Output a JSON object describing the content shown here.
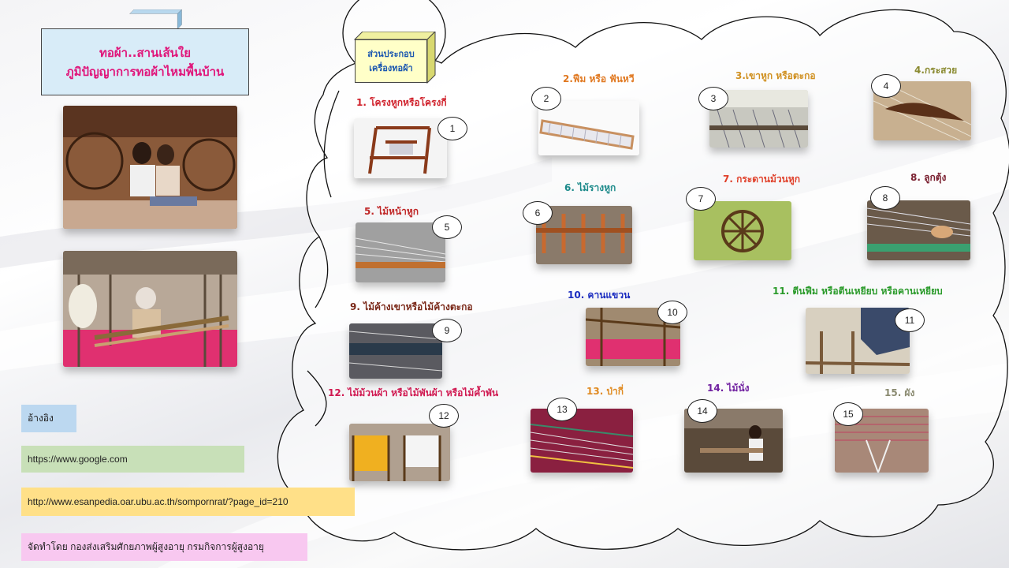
{
  "title": {
    "line1": "ทอผ้า..สานเส้นใย",
    "line2": "ภูมิปัญญาการทอผ้าไหมพื้นบ้าน"
  },
  "parts_box": {
    "line1": "ส่วนประกอบ",
    "line2": "เครื่องทอผ้า"
  },
  "parts": [
    {
      "num": "1",
      "label": "1. โครงหูกหรือโครงกี่",
      "color": "#d0202a"
    },
    {
      "num": "2",
      "label": "2.ฟืม หรือ ฟันหวี",
      "color": "#e07820"
    },
    {
      "num": "3",
      "label": "3.เขาหูก หรือตะกอ",
      "color": "#d09020"
    },
    {
      "num": "4",
      "label": "4.กระสวย",
      "color": "#8a8a30"
    },
    {
      "num": "5",
      "label": "5. ไม้หน้าหูก",
      "color": "#c02828"
    },
    {
      "num": "6",
      "label": "6. ไม้รางหูก",
      "color": "#1c8a8a"
    },
    {
      "num": "7",
      "label": "7. กระดานม้วนหูก",
      "color": "#e0402a"
    },
    {
      "num": "8",
      "label": "8. ลูกตุ้ง",
      "color": "#7a2030"
    },
    {
      "num": "9",
      "label": "9. ไม้ค้างเขาหรือไม้ค้างตะกอ",
      "color": "#7a2818"
    },
    {
      "num": "10",
      "label": "10. คานแขวน",
      "color": "#1a2cc0"
    },
    {
      "num": "11",
      "label": "11. ตีนฟืม หรือตีนเหยียบ หรือคานเหยียบ",
      "color": "#2a9a2a"
    },
    {
      "num": "12",
      "label": "12. ไม้ม้วนผ้า หรือไม้พันผ้า หรือไม้ค้ำพัน",
      "color": "#d01850"
    },
    {
      "num": "13",
      "label": "13. ป่ากี่",
      "color": "#e08a20"
    },
    {
      "num": "14",
      "label": "14. ไม้นั่ง",
      "color": "#7020a0"
    },
    {
      "num": "15",
      "label": "15. ผัง",
      "color": "#8a8a70"
    }
  ],
  "references": {
    "heading": "อ้างอิง",
    "link1": "https://www.google.com",
    "link2": "http://www.esanpedia.oar.ubu.ac.th/sompornrat/?page_id=210",
    "credit": "จัดทำโดย กองส่งเสริมศักยภาพผู้สูงอายุ กรมกิจการผู้สูงอายุ"
  }
}
